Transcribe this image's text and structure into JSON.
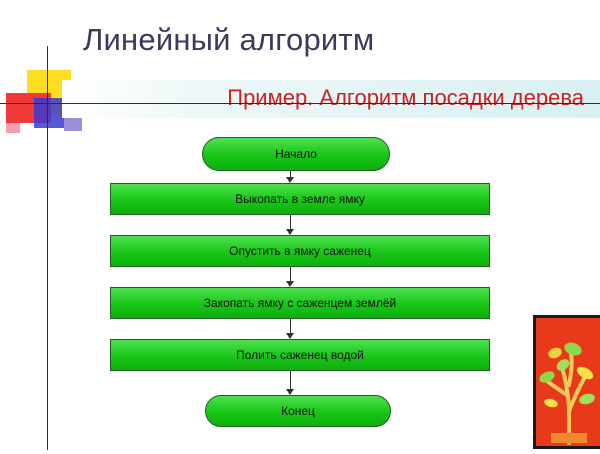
{
  "slide": {
    "title": "Линейный алгоритм",
    "subtitle": "Пример. Алгоритм посадки дерева"
  },
  "flowchart": {
    "start": "Начало",
    "steps": [
      "Выкопать в земле ямку",
      "Опустить в ямку саженец",
      "Закопать ямку с саженцем землёй",
      "Полить саженец водой"
    ],
    "end": "Конец"
  },
  "colors": {
    "block_fill": "#17c617",
    "title": "#3a3a5c",
    "subtitle": "#cc2222",
    "deco_yellow": "#ffdd22",
    "deco_red": "#ee2222",
    "deco_blue": "#3333bb"
  },
  "icons": {
    "tree_picture": "tree-clipart-icon"
  }
}
